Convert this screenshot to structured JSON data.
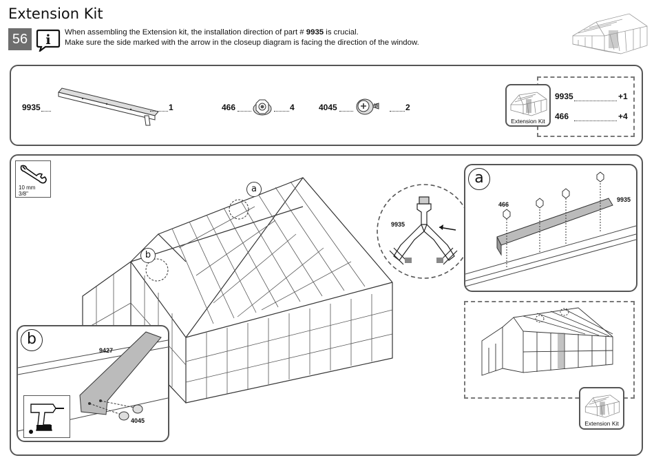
{
  "header": {
    "title": "Extension Kit",
    "step_number": "56",
    "note_line1_pre": "When assembling the Extension kit, the installation direction of part # ",
    "note_line1_part": "9935",
    "note_line1_post": " is crucial.",
    "note_line2": "Make sure the side marked with the arrow in the closeup diagram is facing the direction of the window."
  },
  "parts": [
    {
      "id": "9935",
      "qty": "1"
    },
    {
      "id": "466",
      "qty": "4"
    },
    {
      "id": "4045",
      "qty": "2"
    }
  ],
  "kit_extras": {
    "badge_label": "Extension Kit",
    "items": [
      {
        "id": "9935",
        "qty": "+1"
      },
      {
        "id": "466",
        "qty": "+4"
      }
    ]
  },
  "tool": {
    "size_mm": "10 mm",
    "size_in": "3/8\""
  },
  "main": {
    "callout_a_marker": "a",
    "callout_b_marker": "b",
    "closeup_part_label": "9935",
    "detail_a_letter": "a",
    "detail_a_part1": "466",
    "detail_a_part2": "9935",
    "detail_b_letter": "b",
    "detail_b_part1": "9427",
    "detail_b_part2": "4045",
    "overview_badge_label": "Extension Kit"
  }
}
